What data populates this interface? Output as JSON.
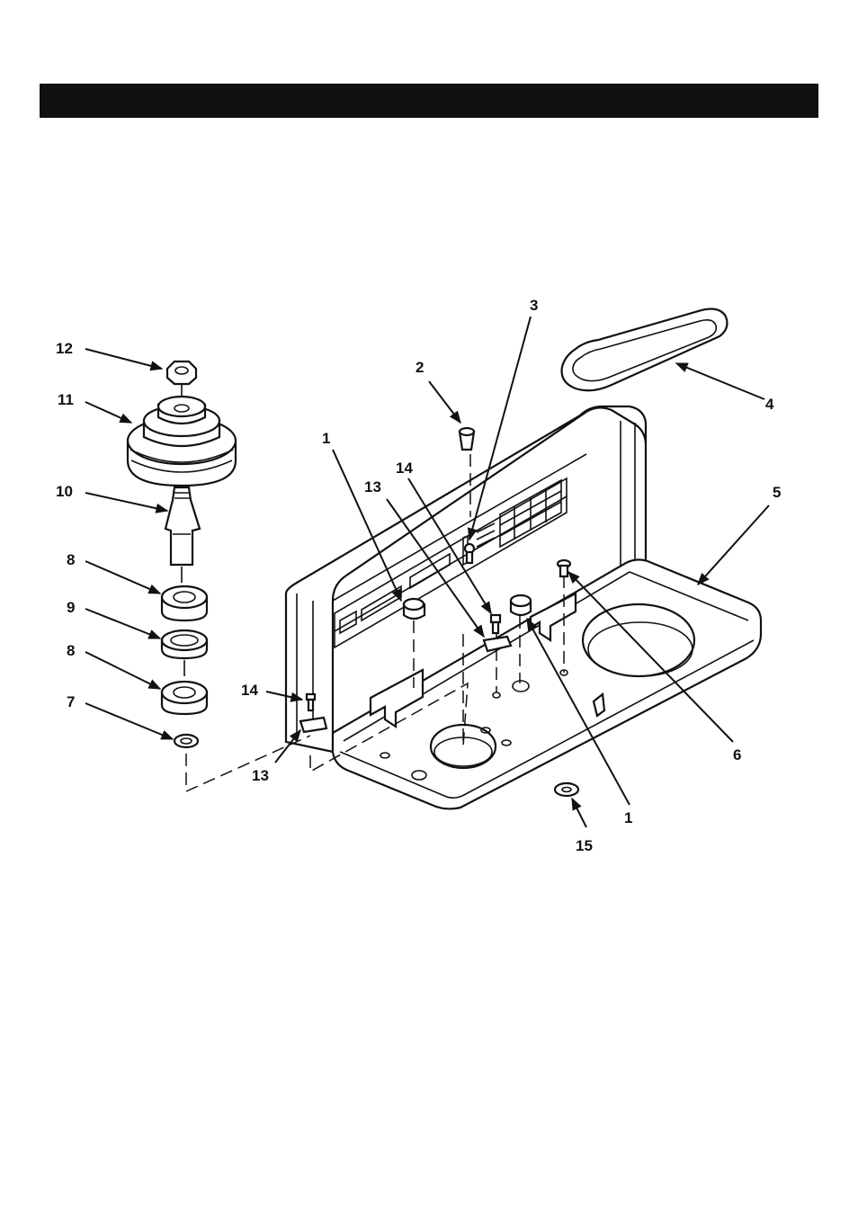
{
  "header": {
    "title": "",
    "bar_color": "#111111"
  },
  "diagram": {
    "callouts": [
      {
        "id": "c12",
        "label": "12"
      },
      {
        "id": "c11",
        "label": "11"
      },
      {
        "id": "c10",
        "label": "10"
      },
      {
        "id": "c8a",
        "label": "8"
      },
      {
        "id": "c9",
        "label": "9"
      },
      {
        "id": "c8b",
        "label": "8"
      },
      {
        "id": "c7",
        "label": "7"
      },
      {
        "id": "c14a",
        "label": "14"
      },
      {
        "id": "c13a",
        "label": "13"
      },
      {
        "id": "c1a",
        "label": "1"
      },
      {
        "id": "c13b",
        "label": "13"
      },
      {
        "id": "c14b",
        "label": "14"
      },
      {
        "id": "c2",
        "label": "2"
      },
      {
        "id": "c3",
        "label": "3"
      },
      {
        "id": "c4",
        "label": "4"
      },
      {
        "id": "c5",
        "label": "5"
      },
      {
        "id": "c6",
        "label": "6"
      },
      {
        "id": "c1b",
        "label": "1"
      },
      {
        "id": "c15",
        "label": "15"
      }
    ]
  }
}
